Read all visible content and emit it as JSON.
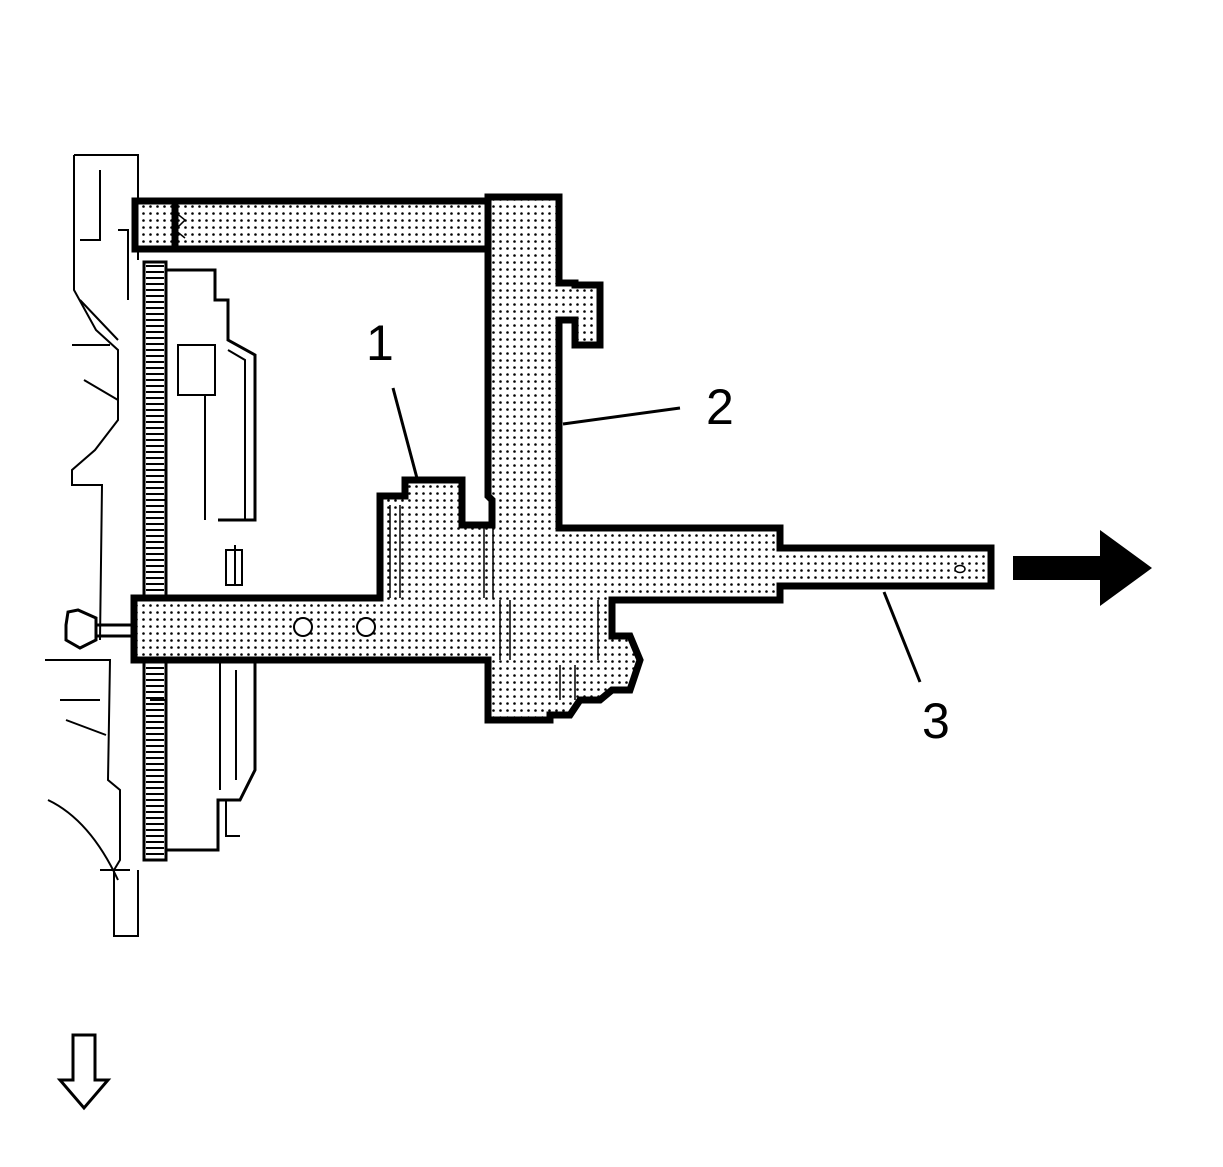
{
  "callouts": [
    {
      "id": "1",
      "label": "1"
    },
    {
      "id": "2",
      "label": "2"
    },
    {
      "id": "3",
      "label": "3"
    }
  ],
  "indicators": {
    "pull_direction": "arrow-right-icon",
    "view_direction": "arrow-down-outline-icon"
  },
  "colors": {
    "ink": "#000000",
    "background": "#ffffff"
  }
}
